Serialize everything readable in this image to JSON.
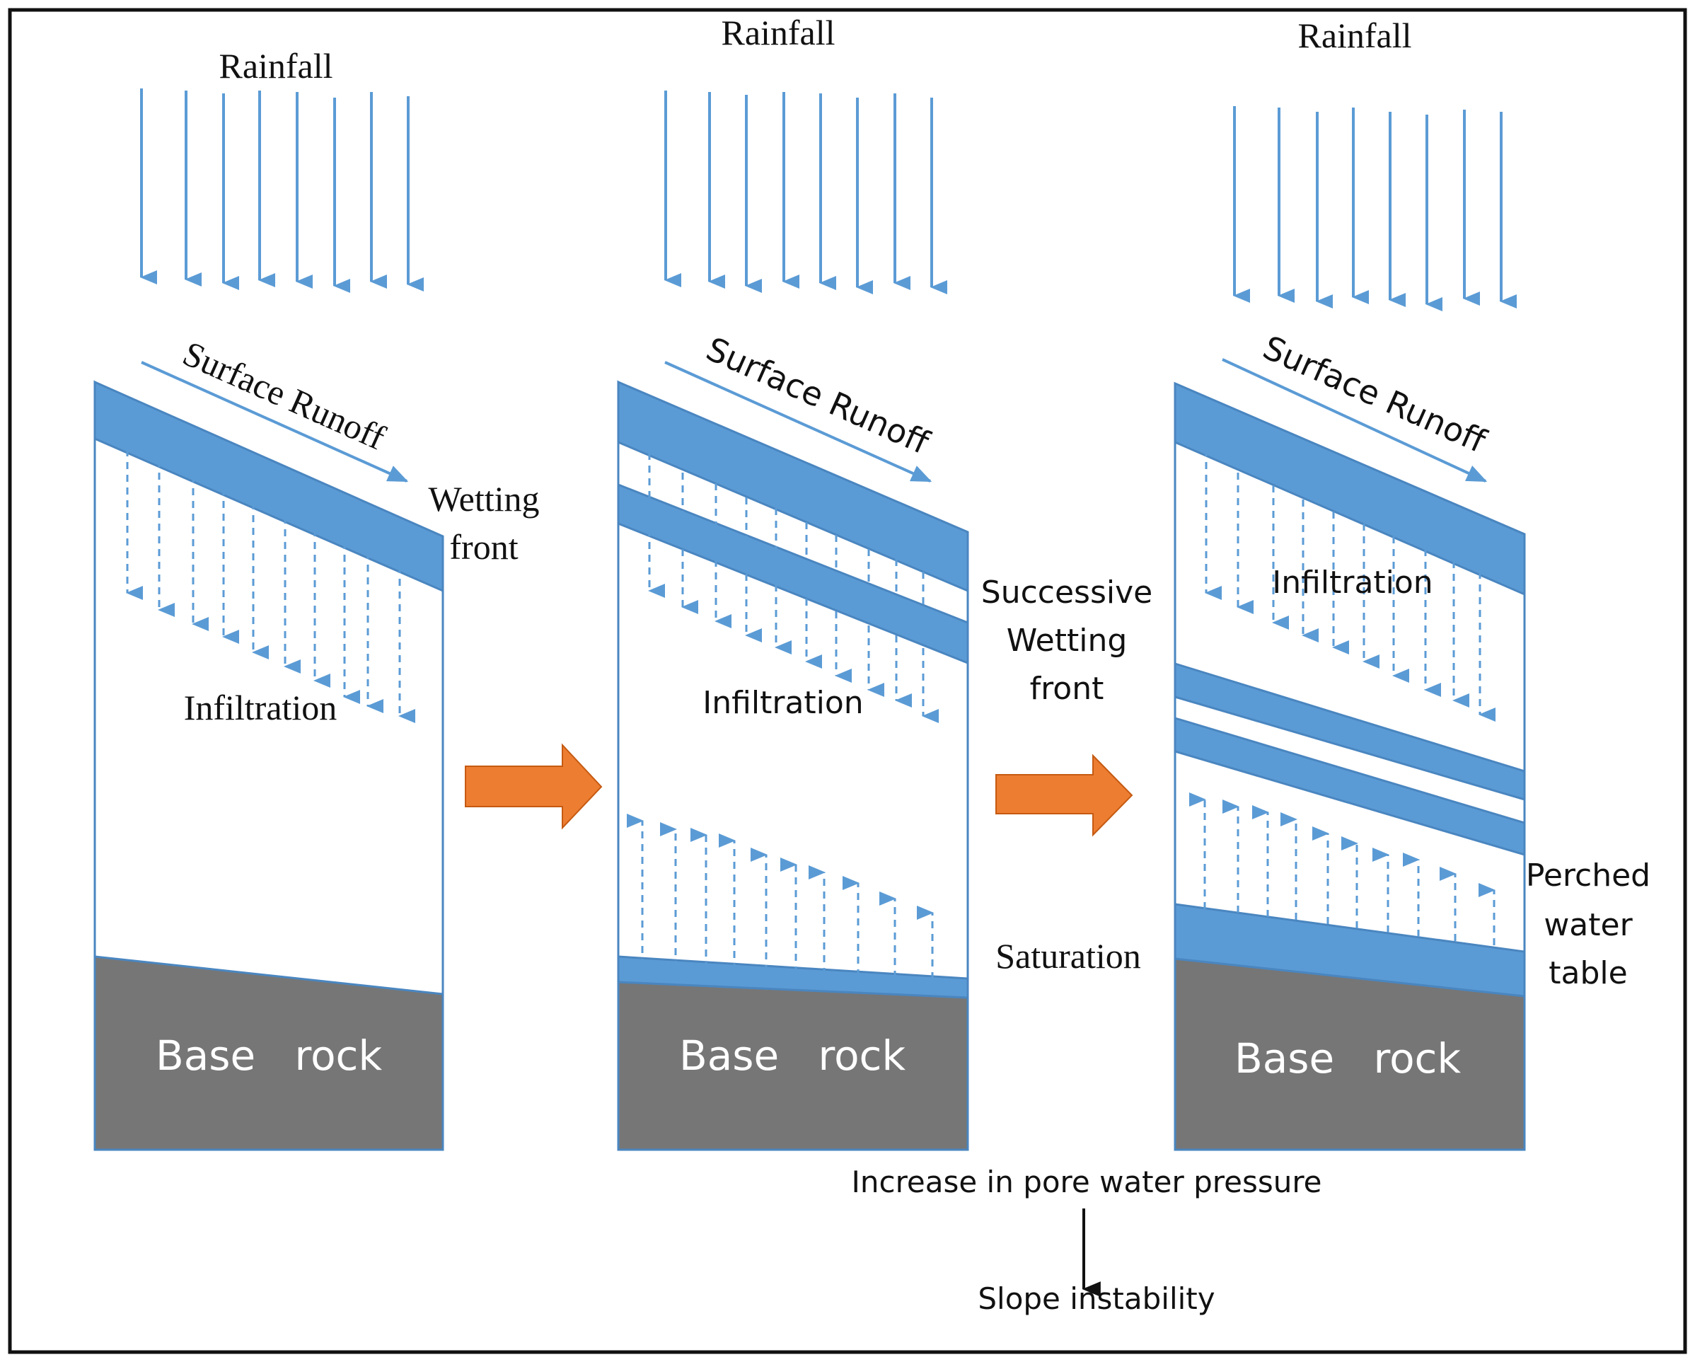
{
  "colors": {
    "water": "#5B9BD5",
    "water_stroke": "#4A86C0",
    "rock": "#767676",
    "arrow_orange": "#ED7D31",
    "border": "#111111"
  },
  "panels": [
    {
      "rainfall": "Rainfall",
      "surface_runoff": "Surface Runoff",
      "wetting_front": [
        "Wetting",
        "front"
      ],
      "infiltration": "Infiltration",
      "base_rock": "Base   rock"
    },
    {
      "rainfall": "Rainfall",
      "surface_runoff": "Surface Runoff",
      "successive_wetting_front": [
        "Successive",
        "Wetting",
        "front"
      ],
      "infiltration": "Infiltration",
      "saturation": "Saturation",
      "base_rock": "Base   rock"
    },
    {
      "rainfall": "Rainfall",
      "surface_runoff": "Surface Runoff",
      "infiltration": "Infiltration",
      "perched_water_table": [
        "Perched",
        "water",
        "table"
      ],
      "base_rock": "Base   rock"
    }
  ],
  "consequence": {
    "cause": "Increase in pore water pressure",
    "effect": "Slope instability"
  }
}
